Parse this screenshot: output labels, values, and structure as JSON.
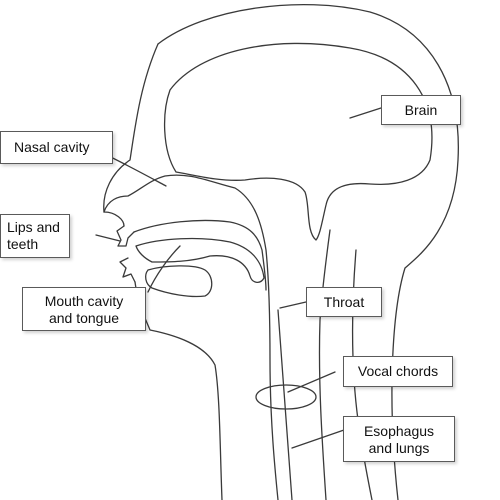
{
  "labels": {
    "brain": "Brain",
    "nasal_cavity": "Nasal cavity",
    "lips_teeth": "Lips and\nteeth",
    "mouth_cavity": "Mouth cavity\nand tongue",
    "throat": "Throat",
    "vocal_chords": "Vocal chords",
    "esophagus": "Esophagus\nand lungs"
  },
  "colors": {
    "line": "#3a3a3a",
    "background": "#ffffff"
  }
}
